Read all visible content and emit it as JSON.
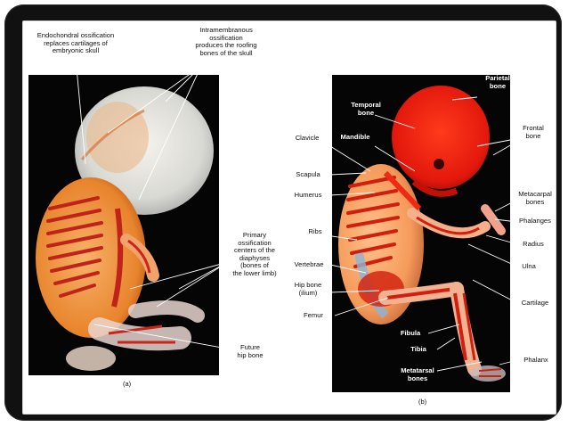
{
  "panel_a": {
    "caption": "(a)",
    "labels": {
      "endochondral": [
        "Endochondral ossification",
        "replaces cartilages of",
        "embryonic skull"
      ],
      "intramembranous": [
        "Intramembranous",
        "ossification",
        "produces the roofing",
        "bones of the skull"
      ],
      "primary": [
        "Primary",
        "ossification",
        "centers of the",
        "diaphyses",
        "(bones of",
        "the lower limb)"
      ],
      "future_hip": [
        "Future",
        "hip bone"
      ]
    }
  },
  "panel_b": {
    "caption": "(b)",
    "labels": {
      "parietal": [
        "Parietal",
        "bone"
      ],
      "temporal": [
        "Temporal",
        "bone"
      ],
      "frontal": [
        "Frontal",
        "bone"
      ],
      "clavicle": "Clavicle",
      "mandible": "Mandible",
      "scapula": "Scapula",
      "humerus": "Humerus",
      "metacarpal": [
        "Metacarpal",
        "bones"
      ],
      "phalanges": "Phalanges",
      "ribs": "Ribs",
      "radius": "Radius",
      "ulna": "Ulna",
      "vertebrae": "Vertebrae",
      "hip_bone": [
        "Hip bone",
        "(ilium)"
      ],
      "cartilage": "Cartilage",
      "femur": "Femur",
      "fibula": "Fibula",
      "tibia": "Tibia",
      "phalanx": "Phalanx",
      "metatarsal": [
        "Metatarsal",
        "bones"
      ]
    }
  }
}
